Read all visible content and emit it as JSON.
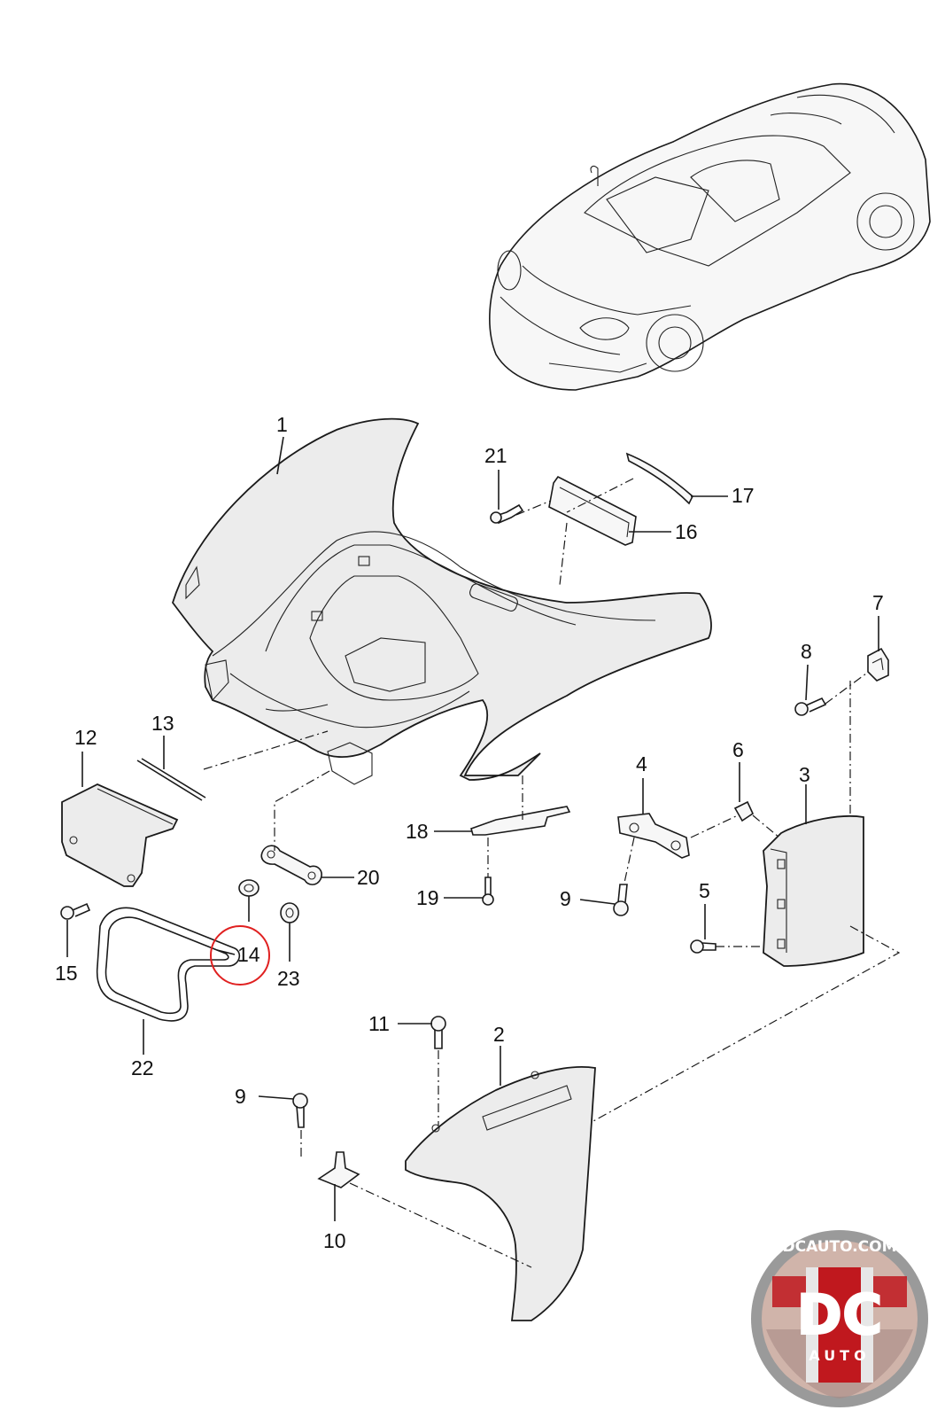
{
  "diagram": {
    "callouts": [
      {
        "id": "c1",
        "label": "1"
      },
      {
        "id": "c2",
        "label": "2"
      },
      {
        "id": "c3",
        "label": "3"
      },
      {
        "id": "c4",
        "label": "4"
      },
      {
        "id": "c5",
        "label": "5"
      },
      {
        "id": "c6",
        "label": "6"
      },
      {
        "id": "c7",
        "label": "7"
      },
      {
        "id": "c8",
        "label": "8"
      },
      {
        "id": "c9a",
        "label": "9"
      },
      {
        "id": "c9b",
        "label": "9"
      },
      {
        "id": "c10",
        "label": "10"
      },
      {
        "id": "c11",
        "label": "11"
      },
      {
        "id": "c12",
        "label": "12"
      },
      {
        "id": "c13",
        "label": "13"
      },
      {
        "id": "c14",
        "label": "14"
      },
      {
        "id": "c15",
        "label": "15"
      },
      {
        "id": "c16",
        "label": "16"
      },
      {
        "id": "c17",
        "label": "17"
      },
      {
        "id": "c18",
        "label": "18"
      },
      {
        "id": "c19",
        "label": "19"
      },
      {
        "id": "c20",
        "label": "20"
      },
      {
        "id": "c21",
        "label": "21"
      },
      {
        "id": "c22",
        "label": "22"
      },
      {
        "id": "c23",
        "label": "23"
      }
    ],
    "highlight": {
      "label": "14",
      "color": "#e02020"
    }
  },
  "logo": {
    "url_text": "DCAUTO.COM",
    "letters": "DC",
    "sub_text": "AUTO",
    "colors": {
      "red": "#c0181e",
      "gray": "#5a5a5a",
      "ring": "#9a9a9a"
    }
  }
}
